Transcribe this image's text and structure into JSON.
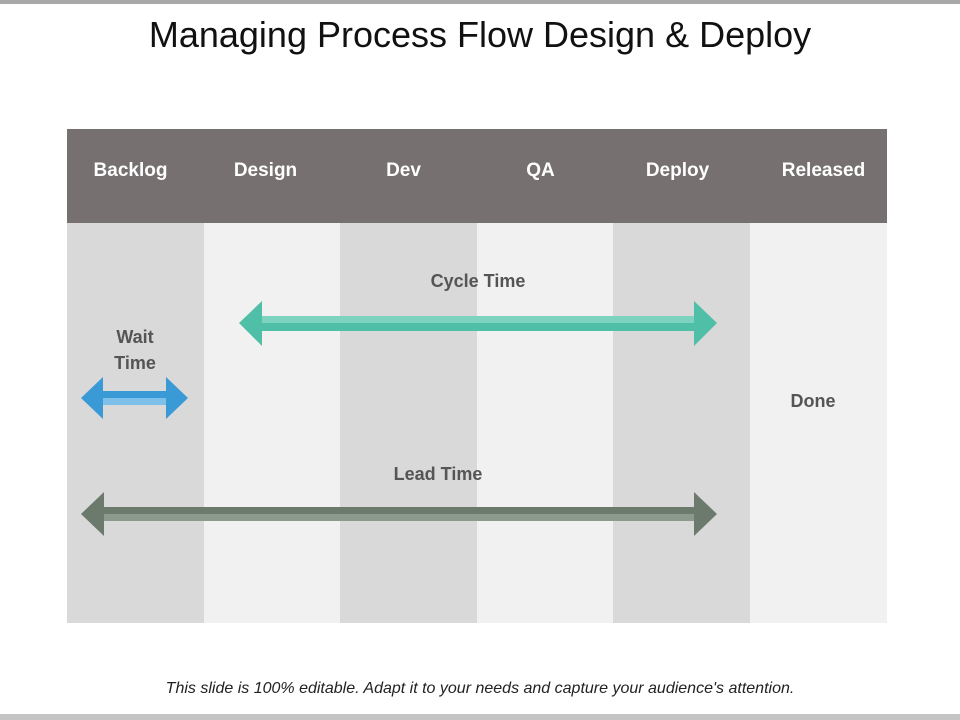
{
  "slide": {
    "title": "Managing Process Flow Design & Deploy",
    "footer": "This slide is 100% editable. Adapt it to your needs and capture your audience's attention."
  },
  "columns": [
    "Backlog",
    "Design",
    "Dev",
    "QA",
    "Deploy",
    "Released"
  ],
  "labels": {
    "cycle_time": "Cycle Time",
    "wait_time_line1": "Wait",
    "wait_time_line2": "Time",
    "lead_time": "Lead Time",
    "done": "Done"
  },
  "colors": {
    "header": "#767070",
    "cycle_arrow": "#4fbfa8",
    "wait_arrow": "#3a9ad6",
    "lead_arrow": "#6b7a6c"
  }
}
